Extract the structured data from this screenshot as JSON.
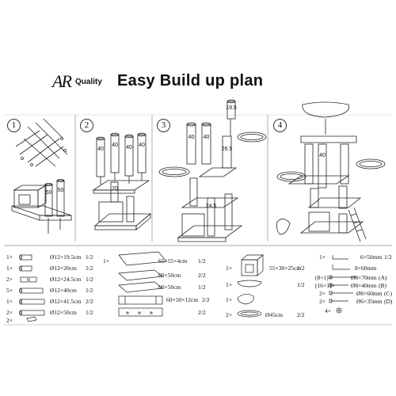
{
  "header": {
    "logo": "AR",
    "quality": "Quality",
    "title": "Easy Build up plan"
  },
  "steps": [
    "1",
    "2",
    "3",
    "4"
  ],
  "post_labels": [
    "40",
    "40",
    "40",
    "40",
    "40",
    "40",
    "40",
    "50",
    "50",
    "26.5",
    "20",
    "19.5",
    "24.5"
  ],
  "parts_col1": [
    {
      "qty": "1×",
      "dim": "Ø12×19.5cm",
      "fr": "1/2"
    },
    {
      "qty": "1×",
      "dim": "Ø12×20cm",
      "fr": "1/2"
    },
    {
      "qty": "2×",
      "dim": "Ø12×24.5cm",
      "fr": "1/2"
    },
    {
      "qty": "5×",
      "dim": "Ø12×40cm",
      "fr": "1/2"
    },
    {
      "qty": "1×",
      "dim": "Ø12×41.5cm",
      "fr": "2/2"
    },
    {
      "qty": "2×",
      "dim": "Ø12×50cm",
      "fr": "1/2"
    },
    {
      "qty": "2×",
      "dim": "",
      "fr": ""
    }
  ],
  "parts_col2": [
    {
      "qty": "1×",
      "dim": "65×55×4cm",
      "fr": "1/2"
    },
    {
      "qty": "",
      "dim": "60×50cm",
      "fr": "2/2"
    },
    {
      "qty": "",
      "dim": "60×50cm",
      "fr": "1/2"
    },
    {
      "qty": "",
      "dim": "60×50×12cm",
      "fr": "2/2"
    },
    {
      "qty": "",
      "dim": "",
      "fr": "2/2"
    }
  ],
  "parts_col3": [
    {
      "qty": "1×",
      "dim": "55×30×25cm",
      "fr": "1/2"
    },
    {
      "qty": "1×",
      "dim": "",
      "fr": "1/2"
    },
    {
      "qty": "1×",
      "dim": "",
      "fr": ""
    },
    {
      "qty": "2×",
      "dim": "Ø45cm",
      "fr": "2/2"
    }
  ],
  "parts_col4": [
    {
      "qty": "1×",
      "dim": "6×50mm",
      "fr": "1/2"
    },
    {
      "qty": "",
      "dim": "8×60mm",
      "fr": ""
    },
    {
      "qty": "(8+1)×",
      "dim": "Ø8×70mm",
      "fr": "(A)"
    },
    {
      "qty": "(16+1)×",
      "dim": "Ø8×40mm",
      "fr": "(B)"
    },
    {
      "qty": "2×",
      "dim": "Ø8×60mm",
      "fr": "(C)"
    },
    {
      "qty": "2×",
      "dim": "Ø6×35mm",
      "fr": "(D)"
    },
    {
      "qty": "4×",
      "dim": "",
      "fr": ""
    }
  ]
}
